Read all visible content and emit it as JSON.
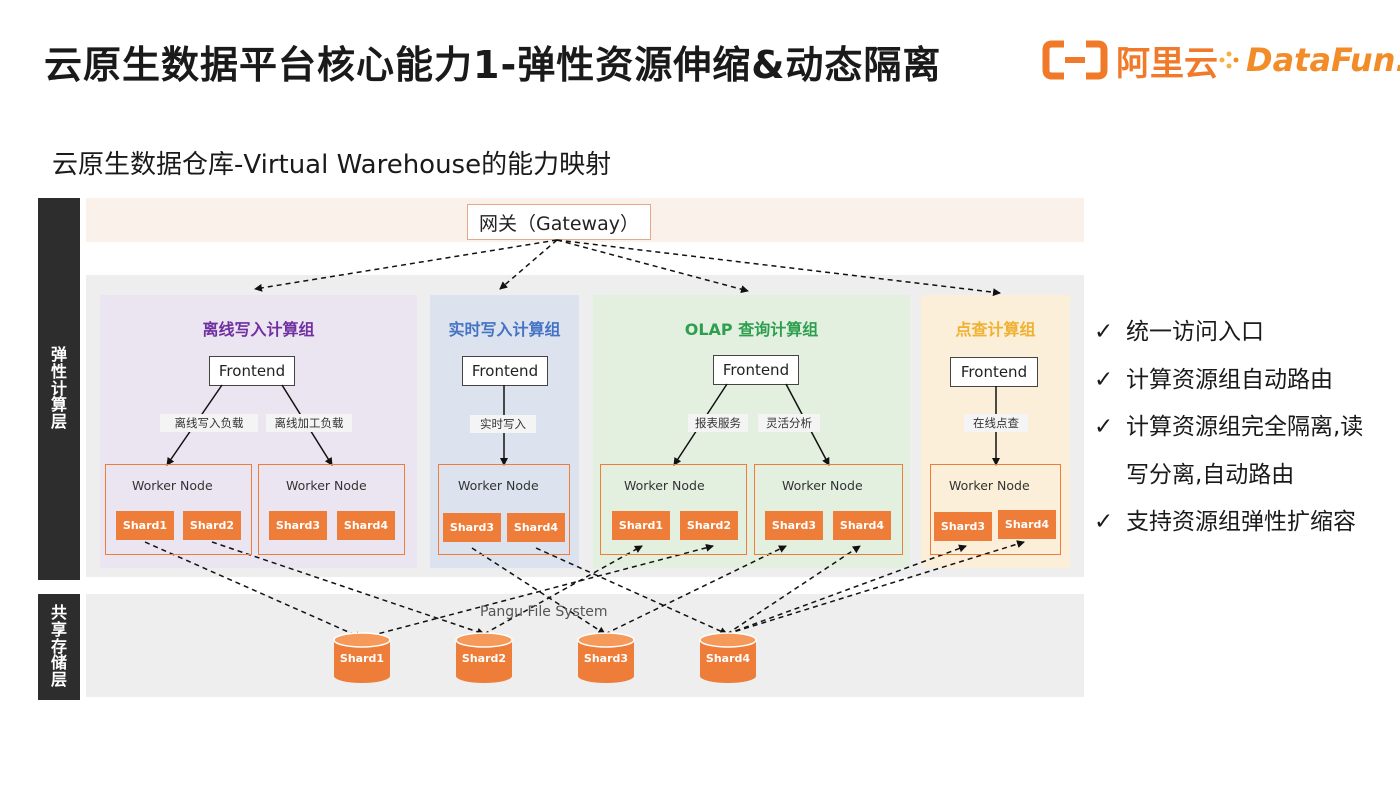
{
  "header": {
    "title": "云原生数据平台核心能力1-弹性资源伸缩&动态隔离",
    "logo_aliyun": "阿里云",
    "logo_datafun": "DataFun."
  },
  "subtitle": "云原生数据仓库-Virtual Warehouse的能力映射",
  "layers": {
    "compute": [
      "弹",
      "性",
      "计",
      "算",
      "层"
    ],
    "storage": [
      "共",
      "享",
      "存",
      "储",
      "层"
    ]
  },
  "gateway": "网关（Gateway）",
  "groups": [
    {
      "title": "离线写入计算组",
      "color": "#7030a0",
      "frontend": "Frontend",
      "loads": [
        "离线写入负载",
        "离线加工负载"
      ],
      "workers": [
        {
          "label": "Worker Node",
          "shards": [
            "Shard1",
            "Shard2"
          ]
        },
        {
          "label": "Worker Node",
          "shards": [
            "Shard3",
            "Shard4"
          ]
        }
      ]
    },
    {
      "title": "实时写入计算组",
      "color": "#4472c4",
      "frontend": "Frontend",
      "loads": [
        "实时写入"
      ],
      "workers": [
        {
          "label": "Worker Node",
          "shards": [
            "Shard3",
            "Shard4"
          ]
        }
      ]
    },
    {
      "title": "OLAP 查询计算组",
      "color": "#2e9e4f",
      "frontend": "Frontend",
      "loads": [
        "报表服务",
        "灵活分析"
      ],
      "workers": [
        {
          "label": "Worker Node",
          "shards": [
            "Shard1",
            "Shard2"
          ]
        },
        {
          "label": "Worker Node",
          "shards": [
            "Shard3",
            "Shard4"
          ]
        }
      ]
    },
    {
      "title": "点查计算组",
      "color": "#f0b030",
      "frontend": "Frontend",
      "loads": [
        "在线点查"
      ],
      "workers": [
        {
          "label": "Worker Node",
          "shards": [
            "Shard3",
            "Shard4"
          ]
        }
      ]
    }
  ],
  "storage": {
    "label": "Pangu File System",
    "shards": [
      "Shard1",
      "Shard2",
      "Shard3",
      "Shard4"
    ]
  },
  "features": [
    {
      "check": "✓",
      "text": "统一访问入口"
    },
    {
      "check": "✓",
      "text": "计算资源组自动路由"
    },
    {
      "check": "✓",
      "text": "计算资源组完全隔离,读"
    },
    {
      "check": "",
      "text": "写分离,自动路由"
    },
    {
      "check": "✓",
      "text": "支持资源组弹性扩缩容"
    }
  ],
  "colors": {
    "accent": "#ee7d3a",
    "group_bg": [
      "#ebe4f1",
      "#dce3ee",
      "#e3f0e0",
      "#fbefd9"
    ]
  }
}
